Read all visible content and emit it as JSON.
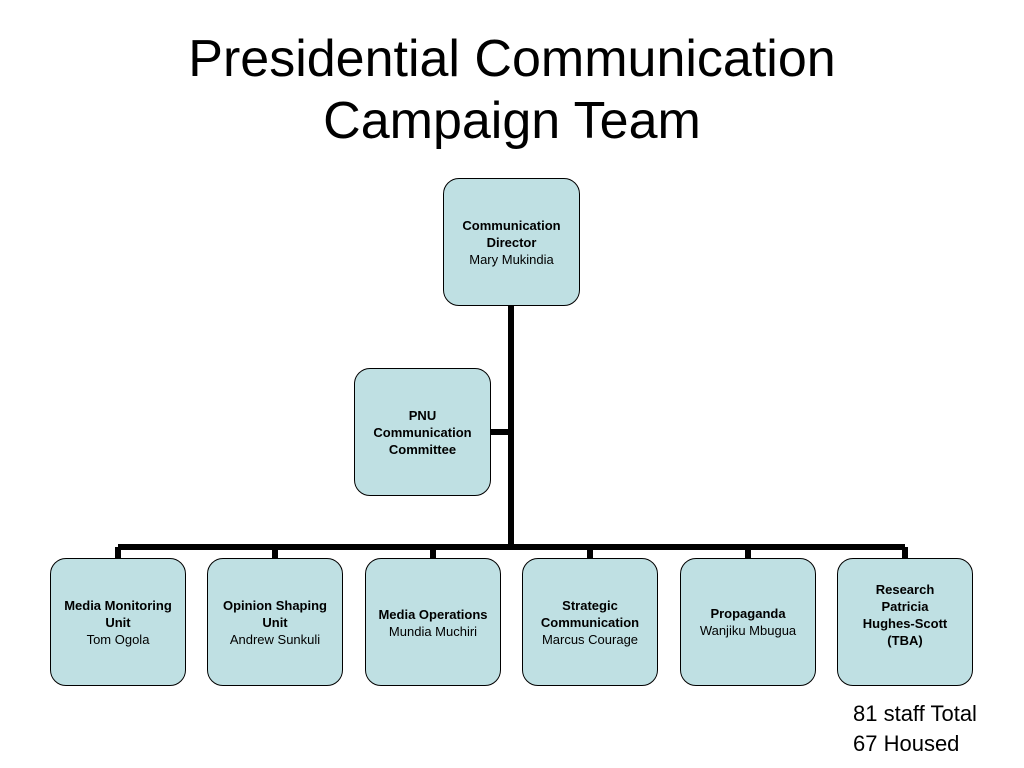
{
  "title": {
    "line1": "Presidential Communication",
    "line2": "Campaign Team"
  },
  "director": {
    "role": "Communication\nDirector",
    "name": "Mary Mukindia"
  },
  "pnu": {
    "role": "PNU\nCommunication\nCommittee"
  },
  "units": [
    {
      "role": "Media Monitoring\nUnit",
      "name": "Tom Ogola"
    },
    {
      "role": "Opinion Shaping\nUnit",
      "name": "Andrew Sunkuli"
    },
    {
      "role": "Media Operations",
      "name": "Mundia Muchiri"
    },
    {
      "role": "Strategic\nCommunication",
      "name": "Marcus Courage"
    },
    {
      "role": "Propaganda",
      "name": "Wanjiku Mbugua"
    },
    {
      "role": "Research\nPatricia\nHughes-Scott\n(TBA)",
      "name": ""
    }
  ],
  "staff": {
    "total": "81 staff Total",
    "housed": "67 Housed"
  },
  "colors": {
    "box_fill": "#bfe0e3",
    "connector": "#000000"
  }
}
